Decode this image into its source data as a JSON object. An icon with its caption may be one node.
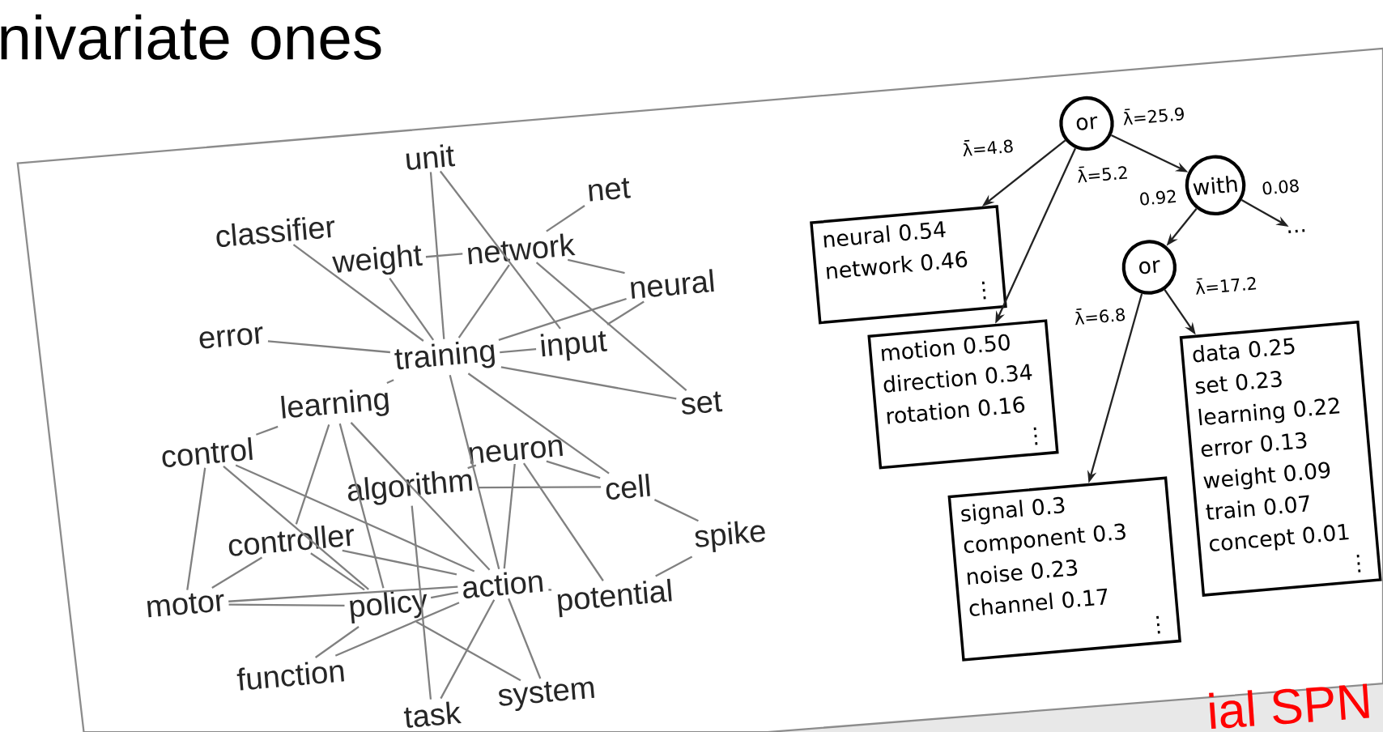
{
  "diagram": {
    "nodes": [
      {
        "text": [
          "unit"
        ]
      },
      {
        "text": [
          "net"
        ]
      },
      {
        "text": [
          "classifier"
        ]
      },
      {
        "text": [
          "weight"
        ]
      },
      {
        "text": [
          "network"
        ]
      },
      {
        "text": [
          "neural"
        ]
      },
      {
        "text": [
          "error"
        ]
      },
      {
        "text": [
          "training"
        ]
      },
      {
        "text": [
          "input"
        ]
      },
      {
        "text": [
          "set"
        ]
      },
      {
        "text": [
          "learning"
        ]
      },
      {
        "text": [
          "control"
        ]
      },
      {
        "text": [
          "neuron"
        ]
      },
      {
        "text": [
          "algorithm"
        ]
      },
      {
        "text": [
          "cell"
        ]
      },
      {
        "text": [
          "controller"
        ]
      },
      {
        "text": [
          "spike"
        ]
      },
      {
        "text": [
          "motor"
        ]
      },
      {
        "text": [
          "policy"
        ]
      },
      {
        "text": [
          "action"
        ]
      },
      {
        "text": [
          "potential"
        ]
      },
      {
        "text": [
          "function"
        ]
      },
      {
        "text": [
          "task"
        ]
      },
      {
        "text": [
          "system"
        ]
      },
      {
        "text": [
          "or"
        ]
      },
      {
        "text": [
          "with"
        ]
      },
      {
        "text": [
          "..."
        ]
      },
      {
        "text": [
          "neural 0.54",
          "network 0.46",
          "⋮"
        ]
      },
      {
        "text": [
          "or"
        ]
      },
      {
        "text": [
          "motion 0.50",
          "direction 0.34",
          "rotation 0.16",
          "⋮"
        ]
      },
      {
        "text": [
          "data 0.25",
          "set 0.23",
          "learning 0.22",
          "error 0.13",
          "weight 0.09",
          "train 0.07",
          "concept 0.01",
          "⋮"
        ]
      },
      {
        "text": [
          "signal 0.3",
          "component 0.3",
          "noise 0.23",
          "channel 0.17",
          "⋮"
        ]
      }
    ],
    "edges": [
      {
        "from": 0,
        "to": 7,
        "arrow": "none"
      },
      {
        "from": 0,
        "to": 8,
        "arrow": "none"
      },
      {
        "from": 1,
        "to": 4,
        "arrow": "none"
      },
      {
        "from": 4,
        "to": 7,
        "arrow": "none"
      },
      {
        "from": 4,
        "to": 5,
        "arrow": "none"
      },
      {
        "from": 4,
        "to": 9,
        "arrow": "none"
      },
      {
        "from": 3,
        "to": 4,
        "arrow": "none"
      },
      {
        "from": 3,
        "to": 7,
        "arrow": "none"
      },
      {
        "from": 2,
        "to": 7,
        "arrow": "none"
      },
      {
        "from": 6,
        "to": 7,
        "arrow": "none"
      },
      {
        "from": 7,
        "to": 5,
        "arrow": "none"
      },
      {
        "from": 7,
        "to": 8,
        "arrow": "none"
      },
      {
        "from": 7,
        "to": 9,
        "arrow": "none"
      },
      {
        "from": 5,
        "to": 8,
        "arrow": "none"
      },
      {
        "from": 10,
        "to": 7,
        "arrow": "none"
      },
      {
        "from": 11,
        "to": 10,
        "arrow": "none"
      },
      {
        "from": 7,
        "to": 14,
        "arrow": "none"
      },
      {
        "from": 7,
        "to": 19,
        "arrow": "none"
      },
      {
        "from": 10,
        "to": 15,
        "arrow": "none"
      },
      {
        "from": 10,
        "to": 18,
        "arrow": "none"
      },
      {
        "from": 10,
        "to": 19,
        "arrow": "none"
      },
      {
        "from": 11,
        "to": 17,
        "arrow": "none"
      },
      {
        "from": 11,
        "to": 18,
        "arrow": "none"
      },
      {
        "from": 11,
        "to": 19,
        "arrow": "none"
      },
      {
        "from": 15,
        "to": 17,
        "arrow": "none"
      },
      {
        "from": 15,
        "to": 19,
        "arrow": "none"
      },
      {
        "from": 15,
        "to": 18,
        "arrow": "none"
      },
      {
        "from": 17,
        "to": 18,
        "arrow": "none"
      },
      {
        "from": 17,
        "to": 19,
        "arrow": "none"
      },
      {
        "from": 13,
        "to": 12,
        "arrow": "none"
      },
      {
        "from": 13,
        "to": 14,
        "arrow": "none"
      },
      {
        "from": 13,
        "to": 22,
        "arrow": "none"
      },
      {
        "from": 12,
        "to": 14,
        "arrow": "none"
      },
      {
        "from": 12,
        "to": 19,
        "arrow": "none"
      },
      {
        "from": 12,
        "to": 20,
        "arrow": "none"
      },
      {
        "from": 14,
        "to": 16,
        "arrow": "none"
      },
      {
        "from": 16,
        "to": 20,
        "arrow": "none"
      },
      {
        "from": 19,
        "to": 20,
        "arrow": "none"
      },
      {
        "from": 19,
        "to": 18,
        "arrow": "none"
      },
      {
        "from": 19,
        "to": 22,
        "arrow": "none"
      },
      {
        "from": 19,
        "to": 23,
        "arrow": "none"
      },
      {
        "from": 19,
        "to": 21,
        "arrow": "none"
      },
      {
        "from": 18,
        "to": 21,
        "arrow": "none"
      },
      {
        "from": 18,
        "to": 23,
        "arrow": "none"
      },
      {
        "from": 24,
        "to": 27,
        "arrow": "to",
        "label": "λ̄=4.8",
        "color": "#222222"
      },
      {
        "from": 24,
        "to": 29,
        "arrow": "to",
        "label": "λ̄=5.2",
        "color": "#222222"
      },
      {
        "from": 24,
        "to": 25,
        "arrow": "to",
        "label": "λ̄=25.9",
        "color": "#222222"
      },
      {
        "from": 25,
        "to": 28,
        "arrow": "to",
        "label": "0.92",
        "color": "#222222"
      },
      {
        "from": 25,
        "to": 26,
        "arrow": "to",
        "label": "0.08",
        "color": "#222222"
      },
      {
        "from": 28,
        "to": 30,
        "arrow": "to",
        "label": "λ̄=17.2",
        "color": "#222222"
      },
      {
        "from": 28,
        "to": 31,
        "arrow": "to",
        "label": "λ̄=6.8",
        "color": "#222222"
      }
    ],
    "labels": [
      "nivariate ones",
      "ial SPN"
    ]
  }
}
